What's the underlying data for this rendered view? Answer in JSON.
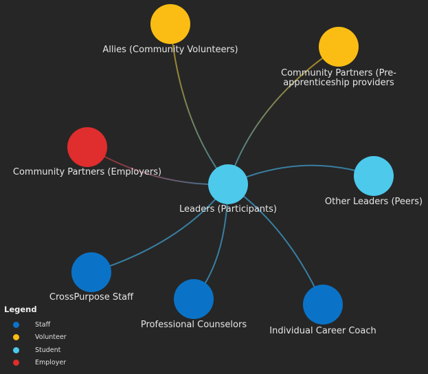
{
  "diagram": {
    "center_node_id": "leaders",
    "nodes": [
      {
        "id": "leaders",
        "label": "Leaders (Participants)",
        "group": "student"
      },
      {
        "id": "allies",
        "label": "Allies (Community Volunteers)",
        "group": "volunteer"
      },
      {
        "id": "partners_pre",
        "label": "Community Partners (Pre-apprenticeship providers",
        "label_lines": [
          "Community Partners (Pre-",
          "apprenticeship providers"
        ],
        "group": "volunteer"
      },
      {
        "id": "partners_emp",
        "label": "Community Partners (Employers)",
        "group": "employer"
      },
      {
        "id": "other_leaders",
        "label": "Other Leaders (Peers)",
        "group": "student"
      },
      {
        "id": "crosspurpose",
        "label": "CrossPurpose Staff",
        "group": "staff"
      },
      {
        "id": "counselors",
        "label": "Professional Counselors",
        "group": "staff"
      },
      {
        "id": "coach",
        "label": "Individual Career Coach",
        "group": "staff"
      }
    ],
    "edges": [
      {
        "from": "leaders",
        "to": "allies"
      },
      {
        "from": "leaders",
        "to": "partners_pre"
      },
      {
        "from": "leaders",
        "to": "partners_emp"
      },
      {
        "from": "leaders",
        "to": "other_leaders"
      },
      {
        "from": "leaders",
        "to": "crosspurpose"
      },
      {
        "from": "leaders",
        "to": "counselors"
      },
      {
        "from": "leaders",
        "to": "coach"
      }
    ]
  },
  "legend": {
    "title": "Legend",
    "items": [
      {
        "key": "staff",
        "label": "Staff",
        "color": "#0a73c7"
      },
      {
        "key": "volunteer",
        "label": "Volunteer",
        "color": "#fbbd14"
      },
      {
        "key": "student",
        "label": "Student",
        "color": "#4dc9eb"
      },
      {
        "key": "employer",
        "label": "Employer",
        "color": "#e02d2d"
      }
    ]
  },
  "colors": {
    "background": "#262626",
    "edge": "#3d8fb8",
    "label_text": "#e6e6e6"
  }
}
